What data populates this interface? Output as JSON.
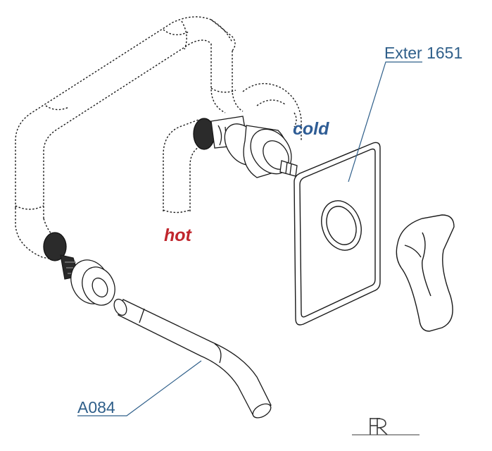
{
  "labels": {
    "model_panel": "Exter 1651",
    "model_spout": "A084",
    "cold": "cold",
    "hot": "hot"
  },
  "colors": {
    "line": "#1a1a1a",
    "leader": "#2f5f8a",
    "cold": "#2f5d95",
    "hot": "#c0262d"
  },
  "logo": {
    "text": "RR"
  }
}
